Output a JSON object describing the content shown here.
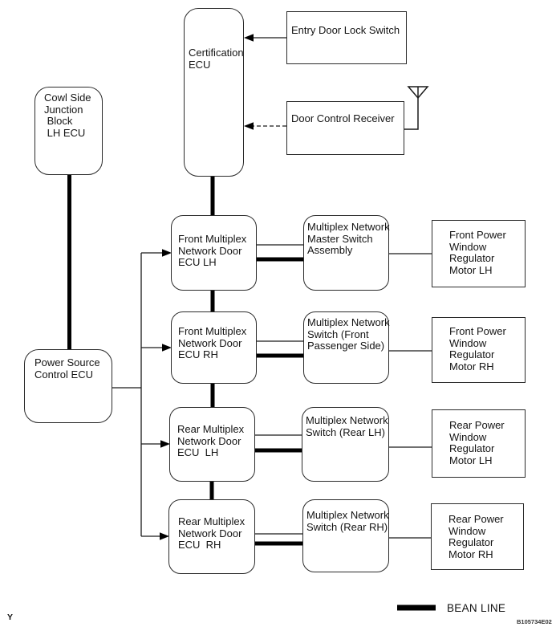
{
  "figure": {
    "title": "Power window multiplex network system diagram",
    "colors": {
      "ink": "#000000",
      "background": "#ffffff"
    },
    "nodes": {
      "cowl_side_junction_block": {
        "label": "Cowl Side\nJunction\n Block\n LH ECU",
        "shape": "rounded"
      },
      "certification_ecu": {
        "label": "Certification\nECU",
        "shape": "rounded"
      },
      "entry_door_lock_switch": {
        "label": "Entry Door Lock Switch",
        "shape": "rect"
      },
      "door_control_receiver": {
        "label": "Door Control Receiver",
        "shape": "rect"
      },
      "power_source_control_ecu": {
        "label": "Power Source\nControl ECU",
        "shape": "rounded"
      },
      "front_multiplex_ecu_lh": {
        "label": "Front Multiplex\nNetwork Door\nECU LH",
        "shape": "rounded"
      },
      "front_multiplex_ecu_rh": {
        "label": "Front Multiplex\nNetwork Door\nECU RH",
        "shape": "rounded"
      },
      "rear_multiplex_ecu_lh": {
        "label": "Rear Multiplex\nNetwork Door\nECU  LH",
        "shape": "rounded"
      },
      "rear_multiplex_ecu_rh": {
        "label": "Rear Multiplex\nNetwork Door\nECU  RH",
        "shape": "rounded"
      },
      "master_switch_assembly": {
        "label": "Multiplex Network\nMaster Switch\nAssembly",
        "shape": "rounded"
      },
      "switch_front_passenger": {
        "label": "Multiplex Network\nSwitch (Front\nPassenger Side)",
        "shape": "rounded"
      },
      "switch_rear_lh": {
        "label": "Multiplex Network\nSwitch (Rear LH)",
        "shape": "rounded"
      },
      "switch_rear_rh": {
        "label": "Multiplex Network\nSwitch (Rear RH)",
        "shape": "rounded"
      },
      "front_window_motor_lh": {
        "label": "Front Power\nWindow\nRegulator\nMotor LH",
        "shape": "rect"
      },
      "front_window_motor_rh": {
        "label": "Front Power\nWindow\nRegulator\nMotor RH",
        "shape": "rect"
      },
      "rear_window_motor_lh": {
        "label": "Rear Power\nWindow\nRegulator\nMotor LH",
        "shape": "rect"
      },
      "rear_window_motor_rh": {
        "label": "Rear Power\nWindow\nRegulator\nMotor RH",
        "shape": "rect"
      }
    },
    "legend": {
      "label": "BEAN LINE"
    },
    "page_marker": "Y",
    "figure_code": "B105734E02"
  }
}
